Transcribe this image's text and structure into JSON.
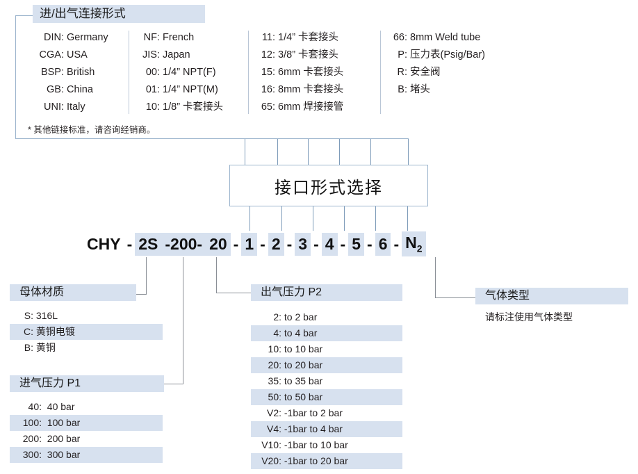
{
  "connection": {
    "header": "进/出气连接形式",
    "note": "* 其他链接标准，请咨询经销商。",
    "columns": [
      {
        "items": [
          {
            "code": "DIN:",
            "label": "Germany"
          },
          {
            "code": "CGA:",
            "label": "USA"
          },
          {
            "code": "BSP:",
            "label": "British"
          },
          {
            "code": "GB:",
            "label": "China"
          },
          {
            "code": "UNI:",
            "label": "Italy"
          }
        ]
      },
      {
        "items": [
          {
            "code": "NF:",
            "label": "French"
          },
          {
            "code": "JIS:",
            "label": "Japan"
          },
          {
            "code": "00:",
            "label": "1/4”  NPT(F)"
          },
          {
            "code": "01:",
            "label": "1/4”  NPT(M)"
          },
          {
            "code": "10:",
            "label": "1/8”  卡套接头"
          }
        ]
      },
      {
        "items": [
          {
            "code": "11:",
            "label": "1/4”  卡套接头"
          },
          {
            "code": "12:",
            "label": "3/8”  卡套接头"
          },
          {
            "code": "15:",
            "label": "6mm 卡套接头"
          },
          {
            "code": "16:",
            "label": "8mm 卡套接头"
          },
          {
            "code": "65:",
            "label": "6mm 焊接接管"
          }
        ]
      },
      {
        "items": [
          {
            "code": "66:",
            "label": "8mm Weld tube"
          },
          {
            "code": "P:",
            "label": "压力表(Psig/Bar)"
          },
          {
            "code": "R:",
            "label": "安全阀"
          },
          {
            "code": "B:",
            "label": "堵头"
          }
        ]
      }
    ]
  },
  "center_box": {
    "label": "接口形式选择"
  },
  "code": {
    "segments": [
      {
        "text": "CHY",
        "highlight": false
      },
      {
        "text": "2S",
        "highlight": true
      },
      {
        "text": "-200-",
        "highlight": true,
        "bare": true
      },
      {
        "text": "20",
        "highlight": true
      },
      {
        "text": "1",
        "highlight": true
      },
      {
        "text": "2",
        "highlight": true
      },
      {
        "text": "3",
        "highlight": true
      },
      {
        "text": "4",
        "highlight": true
      },
      {
        "text": "5",
        "highlight": true
      },
      {
        "text": "6",
        "highlight": true
      },
      {
        "text": "N2",
        "highlight": true,
        "sub": "2",
        "base": "N"
      }
    ],
    "separator": "-"
  },
  "material": {
    "header": "母体材质",
    "items": [
      {
        "code": "S:",
        "label": "316L"
      },
      {
        "code": "C:",
        "label": "黄铜电镀"
      },
      {
        "code": "B:",
        "label": "黄铜"
      }
    ]
  },
  "p1": {
    "header": "进气压力 P1",
    "items": [
      {
        "code": "40:",
        "label": "40 bar"
      },
      {
        "code": "100:",
        "label": "100 bar"
      },
      {
        "code": "200:",
        "label": "200 bar"
      },
      {
        "code": "300:",
        "label": "300 bar"
      }
    ]
  },
  "p2": {
    "header": "出气压力 P2",
    "items": [
      {
        "code": "2:",
        "label": "to 2 bar"
      },
      {
        "code": "4:",
        "label": "to 4 bar"
      },
      {
        "code": "10:",
        "label": "to 10 bar"
      },
      {
        "code": "20:",
        "label": "to 20 bar"
      },
      {
        "code": "35:",
        "label": "to 35 bar"
      },
      {
        "code": "50:",
        "label": "to 50 bar"
      },
      {
        "code": "V2:",
        "label": "-1bar to 2 bar"
      },
      {
        "code": "V4:",
        "label": "-1bar to 4 bar"
      },
      {
        "code": "V10:",
        "label": "-1bar to 10 bar"
      },
      {
        "code": "V20:",
        "label": "-1bar to 20 bar"
      }
    ]
  },
  "gas": {
    "header": "气体类型",
    "note": "请标注使用气体类型"
  },
  "colors": {
    "band": "#d7e1ef",
    "line": "#7d9bb9",
    "box_border": "#9bb4cd",
    "text": "#231f20"
  }
}
